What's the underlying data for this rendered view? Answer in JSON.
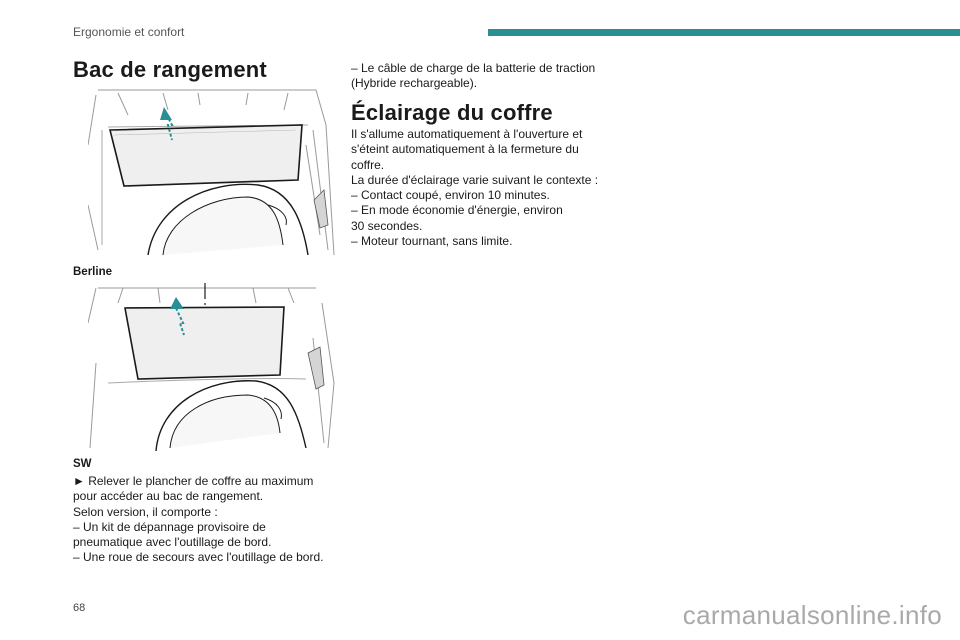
{
  "header": {
    "section": "Ergonomie et confort",
    "accent_color": "#2a8e95"
  },
  "left": {
    "title": "Bac de rangement",
    "caption_sedan": "Berline",
    "caption_sw": "SW",
    "paragraphs": [
      "► Relever le plancher de coffre au maximum",
      "pour accéder au bac de rangement.",
      "Selon version, il comporte :",
      "– Un kit de dépannage provisoire de",
      "pneumatique avec l'outillage de bord.",
      "– Une roue de secours avec l'outillage de bord."
    ]
  },
  "right": {
    "intro_lines": [
      "– Le câble de charge de la batterie de traction",
      "(Hybride rechargeable)."
    ],
    "title": "Éclairage du coffre",
    "lines": [
      "Il s'allume automatiquement à l'ouverture et",
      "s'éteint automatiquement à la fermeture du",
      "coffre.",
      "La durée d'éclairage varie suivant le contexte :",
      "– Contact coupé, environ 10 minutes.",
      "– En mode économie d'énergie, environ",
      "30 secondes.",
      "– Moteur tournant, sans limite."
    ]
  },
  "footer": {
    "page_number": "68",
    "watermark": "carmanualsonline.info"
  }
}
